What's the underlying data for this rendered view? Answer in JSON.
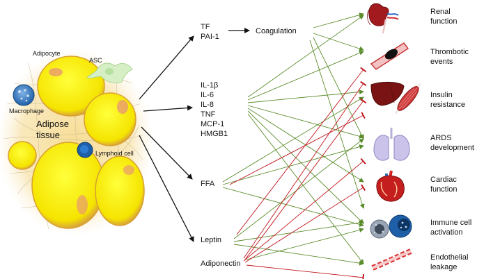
{
  "tissue": {
    "adipocyte_label": "Adipocyte",
    "asc_label": "ASC",
    "macrophage_label": "Macrophage",
    "lymphoid_label": "Lymphoid cell",
    "title_line1": "Adipose",
    "title_line2": "tissue"
  },
  "mediators": {
    "group1": [
      "TF",
      "PAI-1"
    ],
    "coagulation": "Coagulation",
    "group2": [
      "IL-1β",
      "IL-6",
      "IL-8",
      "TNF",
      "MCP-1",
      "HMGB1"
    ],
    "ffa": "FFA",
    "leptin": "Leptin",
    "adiponectin": "Adiponectin"
  },
  "outcomes": [
    {
      "line1": "Renal",
      "line2": "function",
      "icon": "kidney-icon"
    },
    {
      "line1": "Thrombotic",
      "line2": "events",
      "icon": "blood-vessel-clot-icon"
    },
    {
      "line1": "Insulin",
      "line2": "resistance",
      "icon": "liver-muscle-icon"
    },
    {
      "line1": "ARDS",
      "line2": "development",
      "icon": "lungs-icon"
    },
    {
      "line1": "Cardiac",
      "line2": "function",
      "icon": "heart-icon"
    },
    {
      "line1": "Immune cell",
      "line2": "activation",
      "icon": "immune-cells-icon"
    },
    {
      "line1": "Endothelial",
      "line2": "leakage",
      "icon": "leaky-vessel-icon"
    }
  ],
  "colors": {
    "green_arrow": "#5b8c2a",
    "red_inhibit": "#c0141c",
    "black_arrow": "#111111"
  }
}
